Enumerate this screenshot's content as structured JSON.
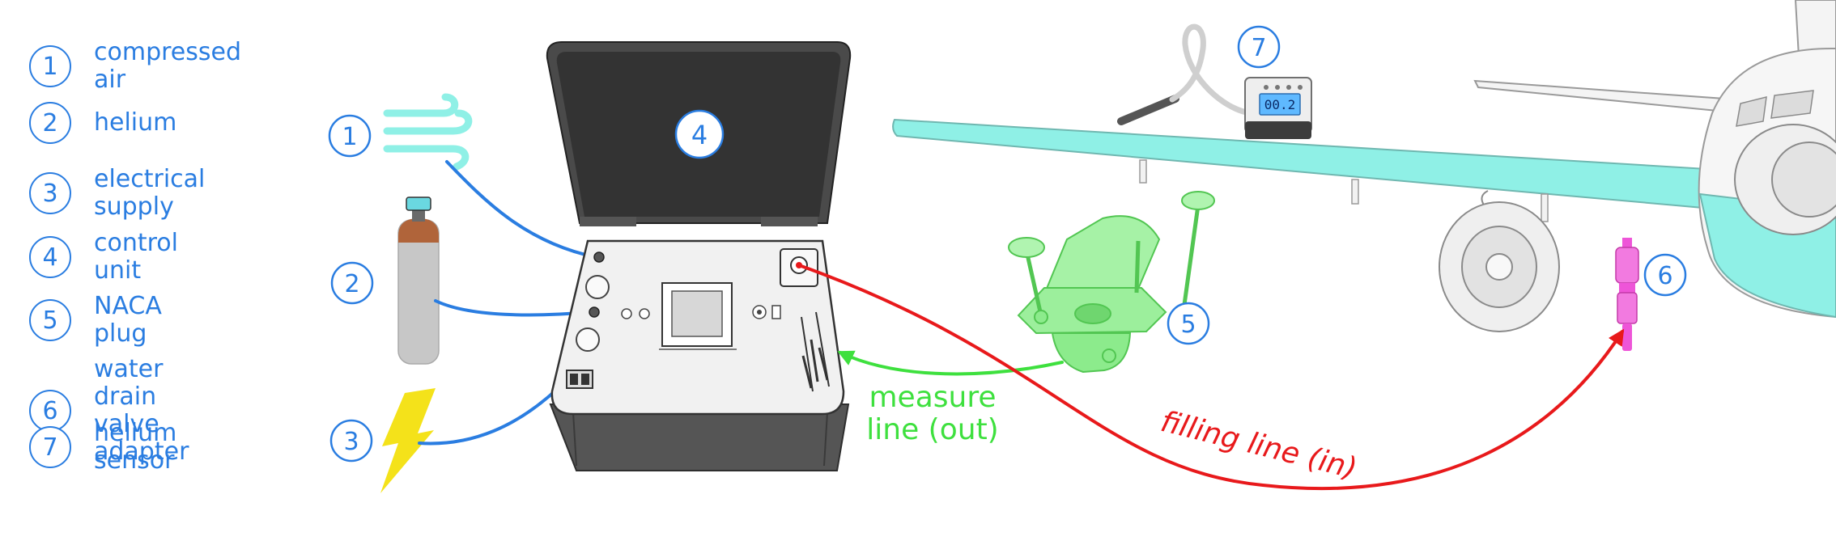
{
  "legend": {
    "items": [
      {
        "num": "1",
        "label": "compressed air"
      },
      {
        "num": "2",
        "label": "helium"
      },
      {
        "num": "3",
        "label": "electrical supply"
      },
      {
        "num": "4",
        "label": "control unit"
      },
      {
        "num": "5",
        "label": "NACA plug"
      },
      {
        "num": "6",
        "label": "water drain\nvalve adapter"
      },
      {
        "num": "7",
        "label": "helium sensor"
      }
    ]
  },
  "callouts": {
    "air": "1",
    "helium": "2",
    "electrical": "3",
    "control_unit": "4",
    "naca_plug": "5",
    "drain_adapter": "6",
    "helium_sensor": "7"
  },
  "lines": {
    "measure_line_1": "measure",
    "measure_line_2": "line (out)",
    "filling_line": "filling line (in)"
  },
  "sensor_display": "00.2",
  "colors": {
    "accent_blue": "#2a7de1",
    "measure_green": "#3ee03e",
    "filling_red": "#e8191b",
    "airplane_teal": "#8ff0e6",
    "lightning_yellow": "#f4e21a",
    "plug_pink": "#ee55d8",
    "case_dark": "#333333"
  }
}
